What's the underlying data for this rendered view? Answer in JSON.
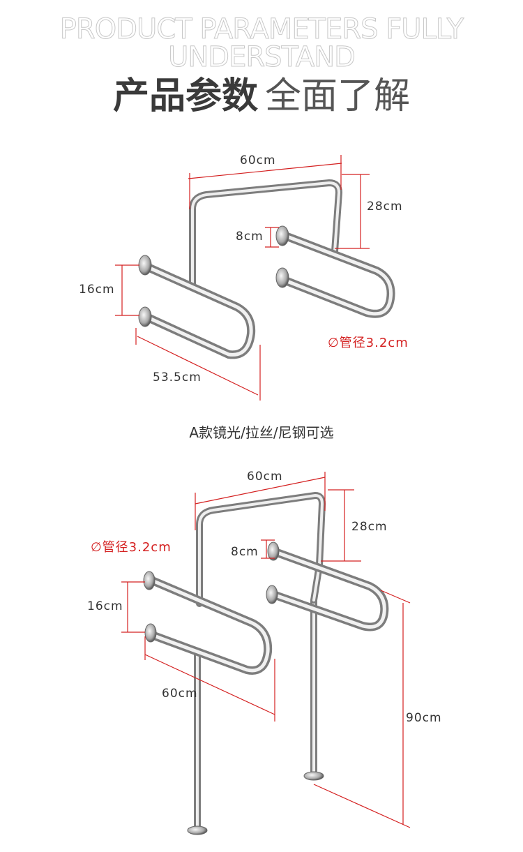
{
  "header": {
    "title_en_line1": "PRODUCT PARAMETERS FULLY",
    "title_en_line2": "UNDERSTAND",
    "title_cn_bold": "产品参数",
    "title_cn_light": "全面了解"
  },
  "diagram_a": {
    "width_top": "60cm",
    "depth_top": "28cm",
    "offset": "8cm",
    "spacing": "16cm",
    "length": "53.5cm",
    "pipe_diameter": "∅管径3.2cm"
  },
  "caption": "A款镜光/拉丝/尼钢可选",
  "diagram_b": {
    "width_top": "60cm",
    "depth_top": "28cm",
    "pipe_diameter": "∅管径3.2cm",
    "offset": "8cm",
    "spacing": "16cm",
    "length": "60cm",
    "height": "90cm"
  },
  "colors": {
    "dimension_line": "#d42020",
    "steel_light": "#f2f2f2",
    "steel_dark": "#8a8a8a"
  }
}
